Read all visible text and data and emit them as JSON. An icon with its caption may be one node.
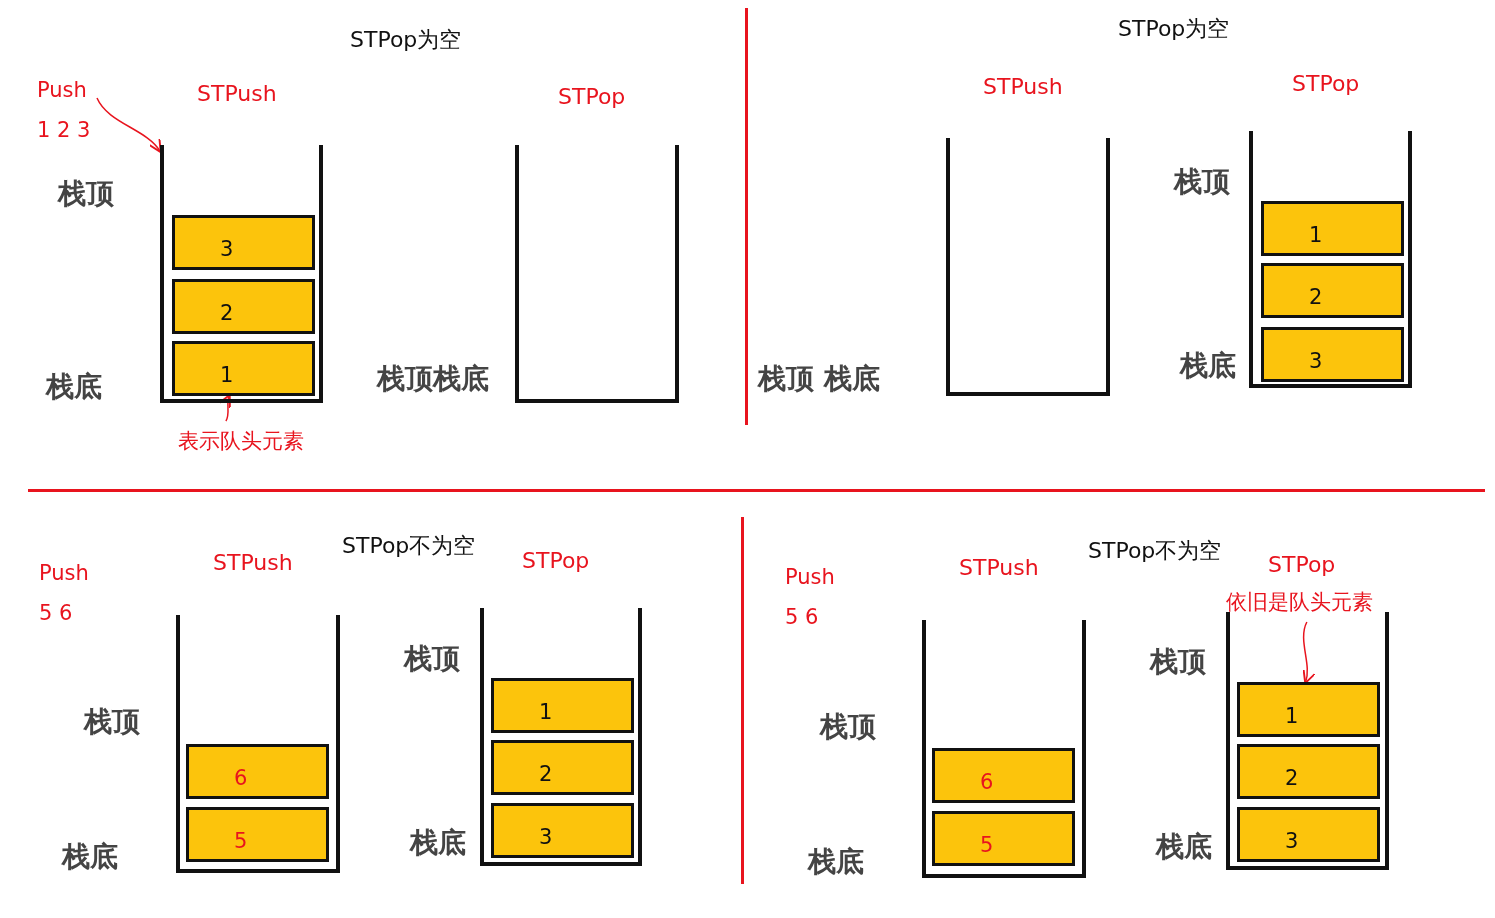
{
  "diagram": {
    "nodes": [
      {
        "text": [
          "Push 1 2 3"
        ]
      },
      {
        "text": [
          "STPush"
        ]
      },
      {
        "text": [
          "3"
        ],
        "in": 1
      },
      {
        "text": [
          "2"
        ],
        "in": 1
      },
      {
        "text": [
          "1"
        ],
        "in": 1
      },
      {
        "text": [
          "表示队头元素"
        ]
      },
      {
        "text": [
          "STPop"
        ]
      },
      {
        "text": [
          "STPush"
        ]
      },
      {
        "text": [
          "STPop"
        ]
      },
      {
        "text": [
          "1"
        ],
        "in": 8
      },
      {
        "text": [
          "2"
        ],
        "in": 8
      },
      {
        "text": [
          "3"
        ],
        "in": 8
      },
      {
        "text": [
          "Push 5 6"
        ]
      },
      {
        "text": [
          "STPush"
        ]
      },
      {
        "text": [
          "6"
        ],
        "in": 13
      },
      {
        "text": [
          "5"
        ],
        "in": 13
      },
      {
        "text": [
          "STPop"
        ]
      },
      {
        "text": [
          "1"
        ],
        "in": 16
      },
      {
        "text": [
          "2"
        ],
        "in": 16
      },
      {
        "text": [
          "3"
        ],
        "in": 16
      },
      {
        "text": [
          "Push 5 6"
        ]
      },
      {
        "text": [
          "STPush"
        ]
      },
      {
        "text": [
          "6"
        ],
        "in": 21
      },
      {
        "text": [
          "5"
        ],
        "in": 21
      },
      {
        "text": [
          "STPop"
        ]
      },
      {
        "text": [
          "1"
        ],
        "in": 24
      },
      {
        "text": [
          "2"
        ],
        "in": 24
      },
      {
        "text": [
          "3"
        ],
        "in": 24
      },
      {
        "text": [
          "依旧是队头元素"
        ]
      }
    ],
    "edges": [
      {
        "from": 0,
        "to": 1,
        "arrow": "to"
      },
      {
        "from": 5,
        "to": 4,
        "arrow": "to"
      },
      {
        "from": 28,
        "to": 25,
        "arrow": "to"
      }
    ],
    "labels": [
      "STPop为空",
      "栈顶",
      "栈底",
      "栈顶栈底",
      "STPop为空",
      "栈顶 栈底",
      "栈顶",
      "栈底",
      "STPop不为空",
      "栈顶",
      "栈底",
      "栈顶",
      "栈底",
      "STPop不为空",
      "栈顶",
      "栈底",
      "栈顶",
      "栈底"
    ]
  }
}
